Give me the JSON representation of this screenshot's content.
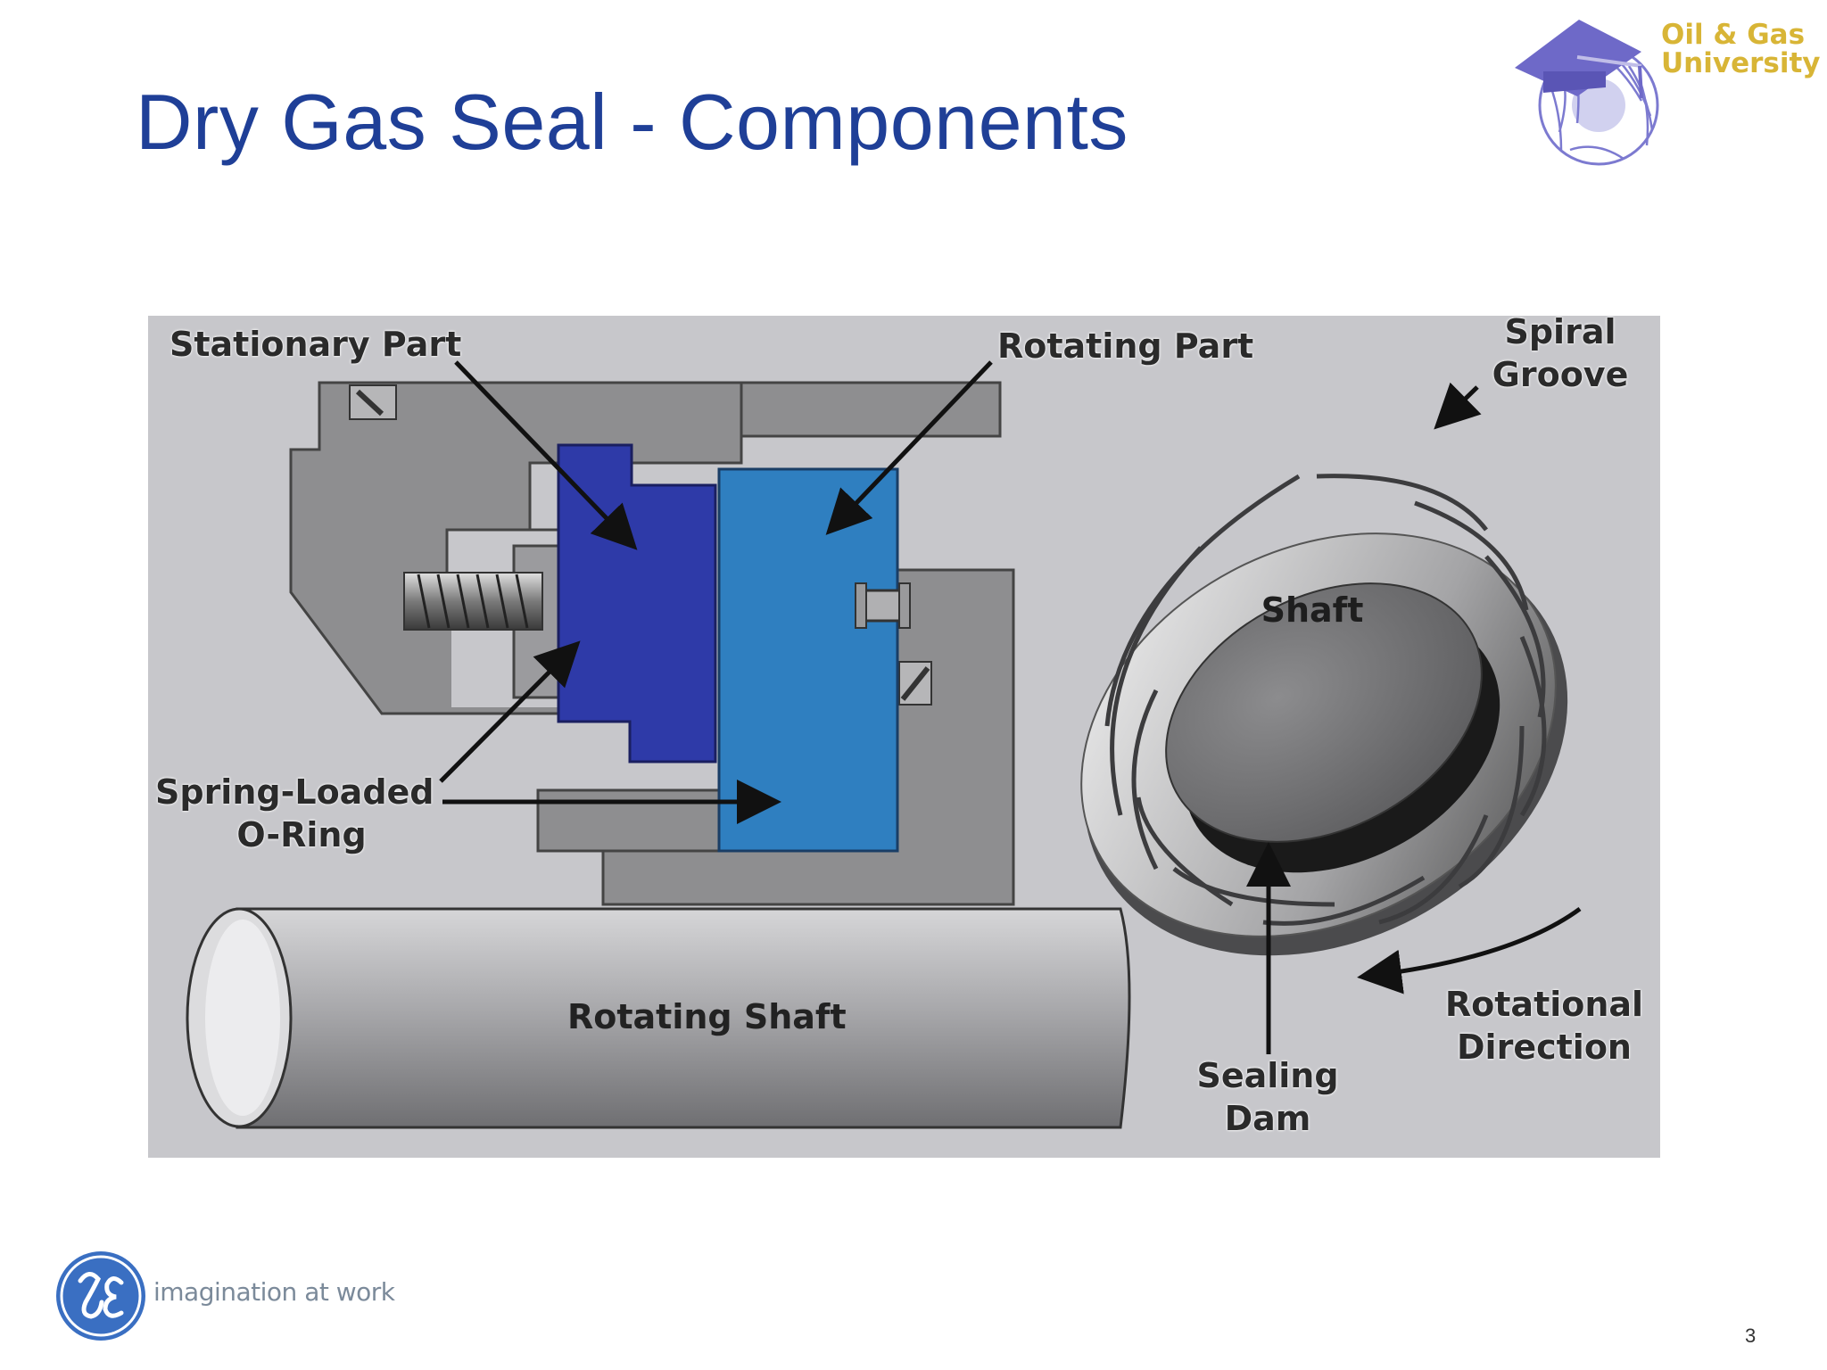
{
  "slide": {
    "title": "Dry Gas Seal - Components",
    "page_number": "3"
  },
  "brand": {
    "logo_line1": "Oil & Gas",
    "logo_line2": "University",
    "logo_icon": "graduation-cap-turbine-icon"
  },
  "diagram": {
    "labels": {
      "stationary_part": "Stationary Part",
      "rotating_part": "Rotating Part",
      "spiral_groove_line1": "Spiral",
      "spiral_groove_line2": "Groove",
      "shaft": "Shaft",
      "spring_loaded": "Spring-Loaded",
      "o_ring": "O-Ring",
      "rotating_shaft": "Rotating Shaft",
      "rotational_line1": "Rotational",
      "rotational_line2": "Direction",
      "sealing_line1": "Sealing",
      "sealing_line2": "Dam"
    },
    "colors": {
      "background": "#c7c7cb",
      "stationary_housing": "#8e8e90",
      "stationary_face": "#2e3aa8",
      "rotating_face": "#2f7fc0",
      "shaft": "#a7a7aa"
    }
  },
  "footer": {
    "logo_icon": "ge-monogram-icon",
    "tagline": "imagination at work"
  }
}
